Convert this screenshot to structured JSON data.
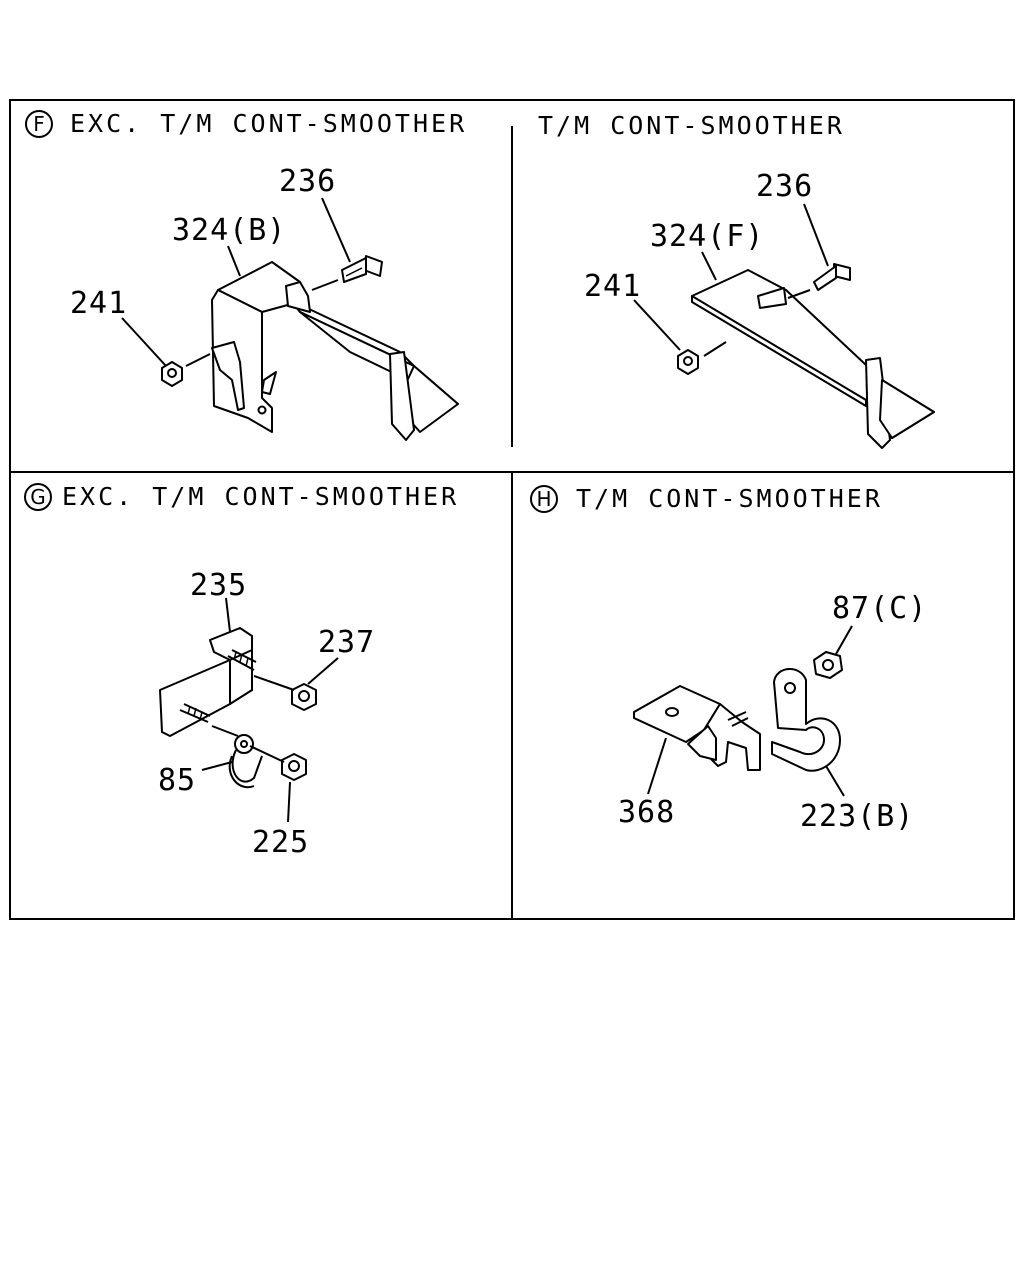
{
  "colors": {
    "line": "#000000",
    "background": "#ffffff"
  },
  "panels": [
    {
      "id": "F",
      "letter": "F",
      "title": "EXC. T/M CONT-SMOOTHER",
      "labels": [
        "236",
        "324(B)",
        "241"
      ]
    },
    {
      "id": "F2",
      "letter": "",
      "title": "T/M CONT-SMOOTHER",
      "labels": [
        "236",
        "324(F)",
        "241"
      ]
    },
    {
      "id": "G",
      "letter": "G",
      "title": "EXC. T/M CONT-SMOOTHER",
      "labels": [
        "235",
        "237",
        "85",
        "225"
      ]
    },
    {
      "id": "H",
      "letter": "H",
      "title": "T/M CONT-SMOOTHER",
      "labels": [
        "87(C)",
        "368",
        "223(B)"
      ]
    }
  ]
}
